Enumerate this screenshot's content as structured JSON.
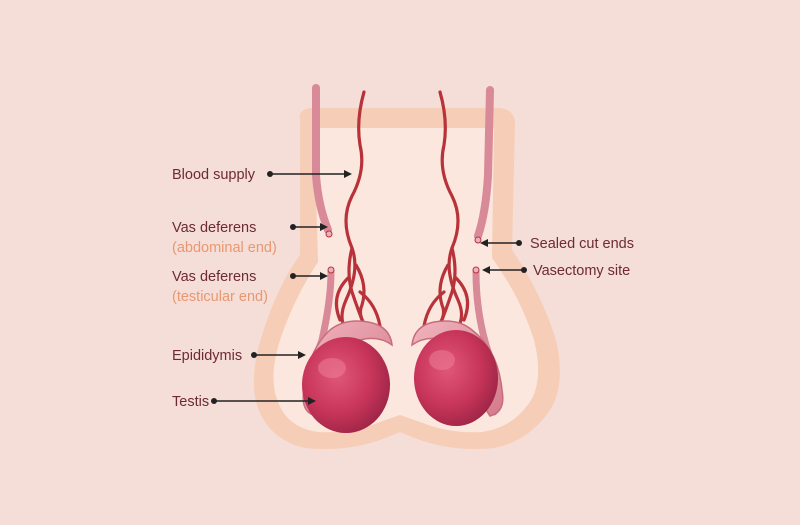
{
  "colors": {
    "background": "#f5ddd8",
    "skin_outer": "#f6cdb6",
    "skin_inner": "#fbe7de",
    "vessel": "#b8323a",
    "vas": "#d98a98",
    "testis": "#c8355a",
    "epididymis": "#e39aa6",
    "label_text": "#6d2b31",
    "sub_text": "#e9986f"
  },
  "labels": {
    "blood_supply": "Blood supply",
    "vas_abdominal": "Vas deferens",
    "vas_abdominal_sub": "(abdominal end)",
    "vas_testicular": "Vas deferens",
    "vas_testicular_sub": "(testicular end)",
    "epididymis": "Epididymis",
    "testis": "Testis",
    "sealed_cut_ends": "Sealed cut ends",
    "vasectomy_site": "Vasectomy site"
  }
}
